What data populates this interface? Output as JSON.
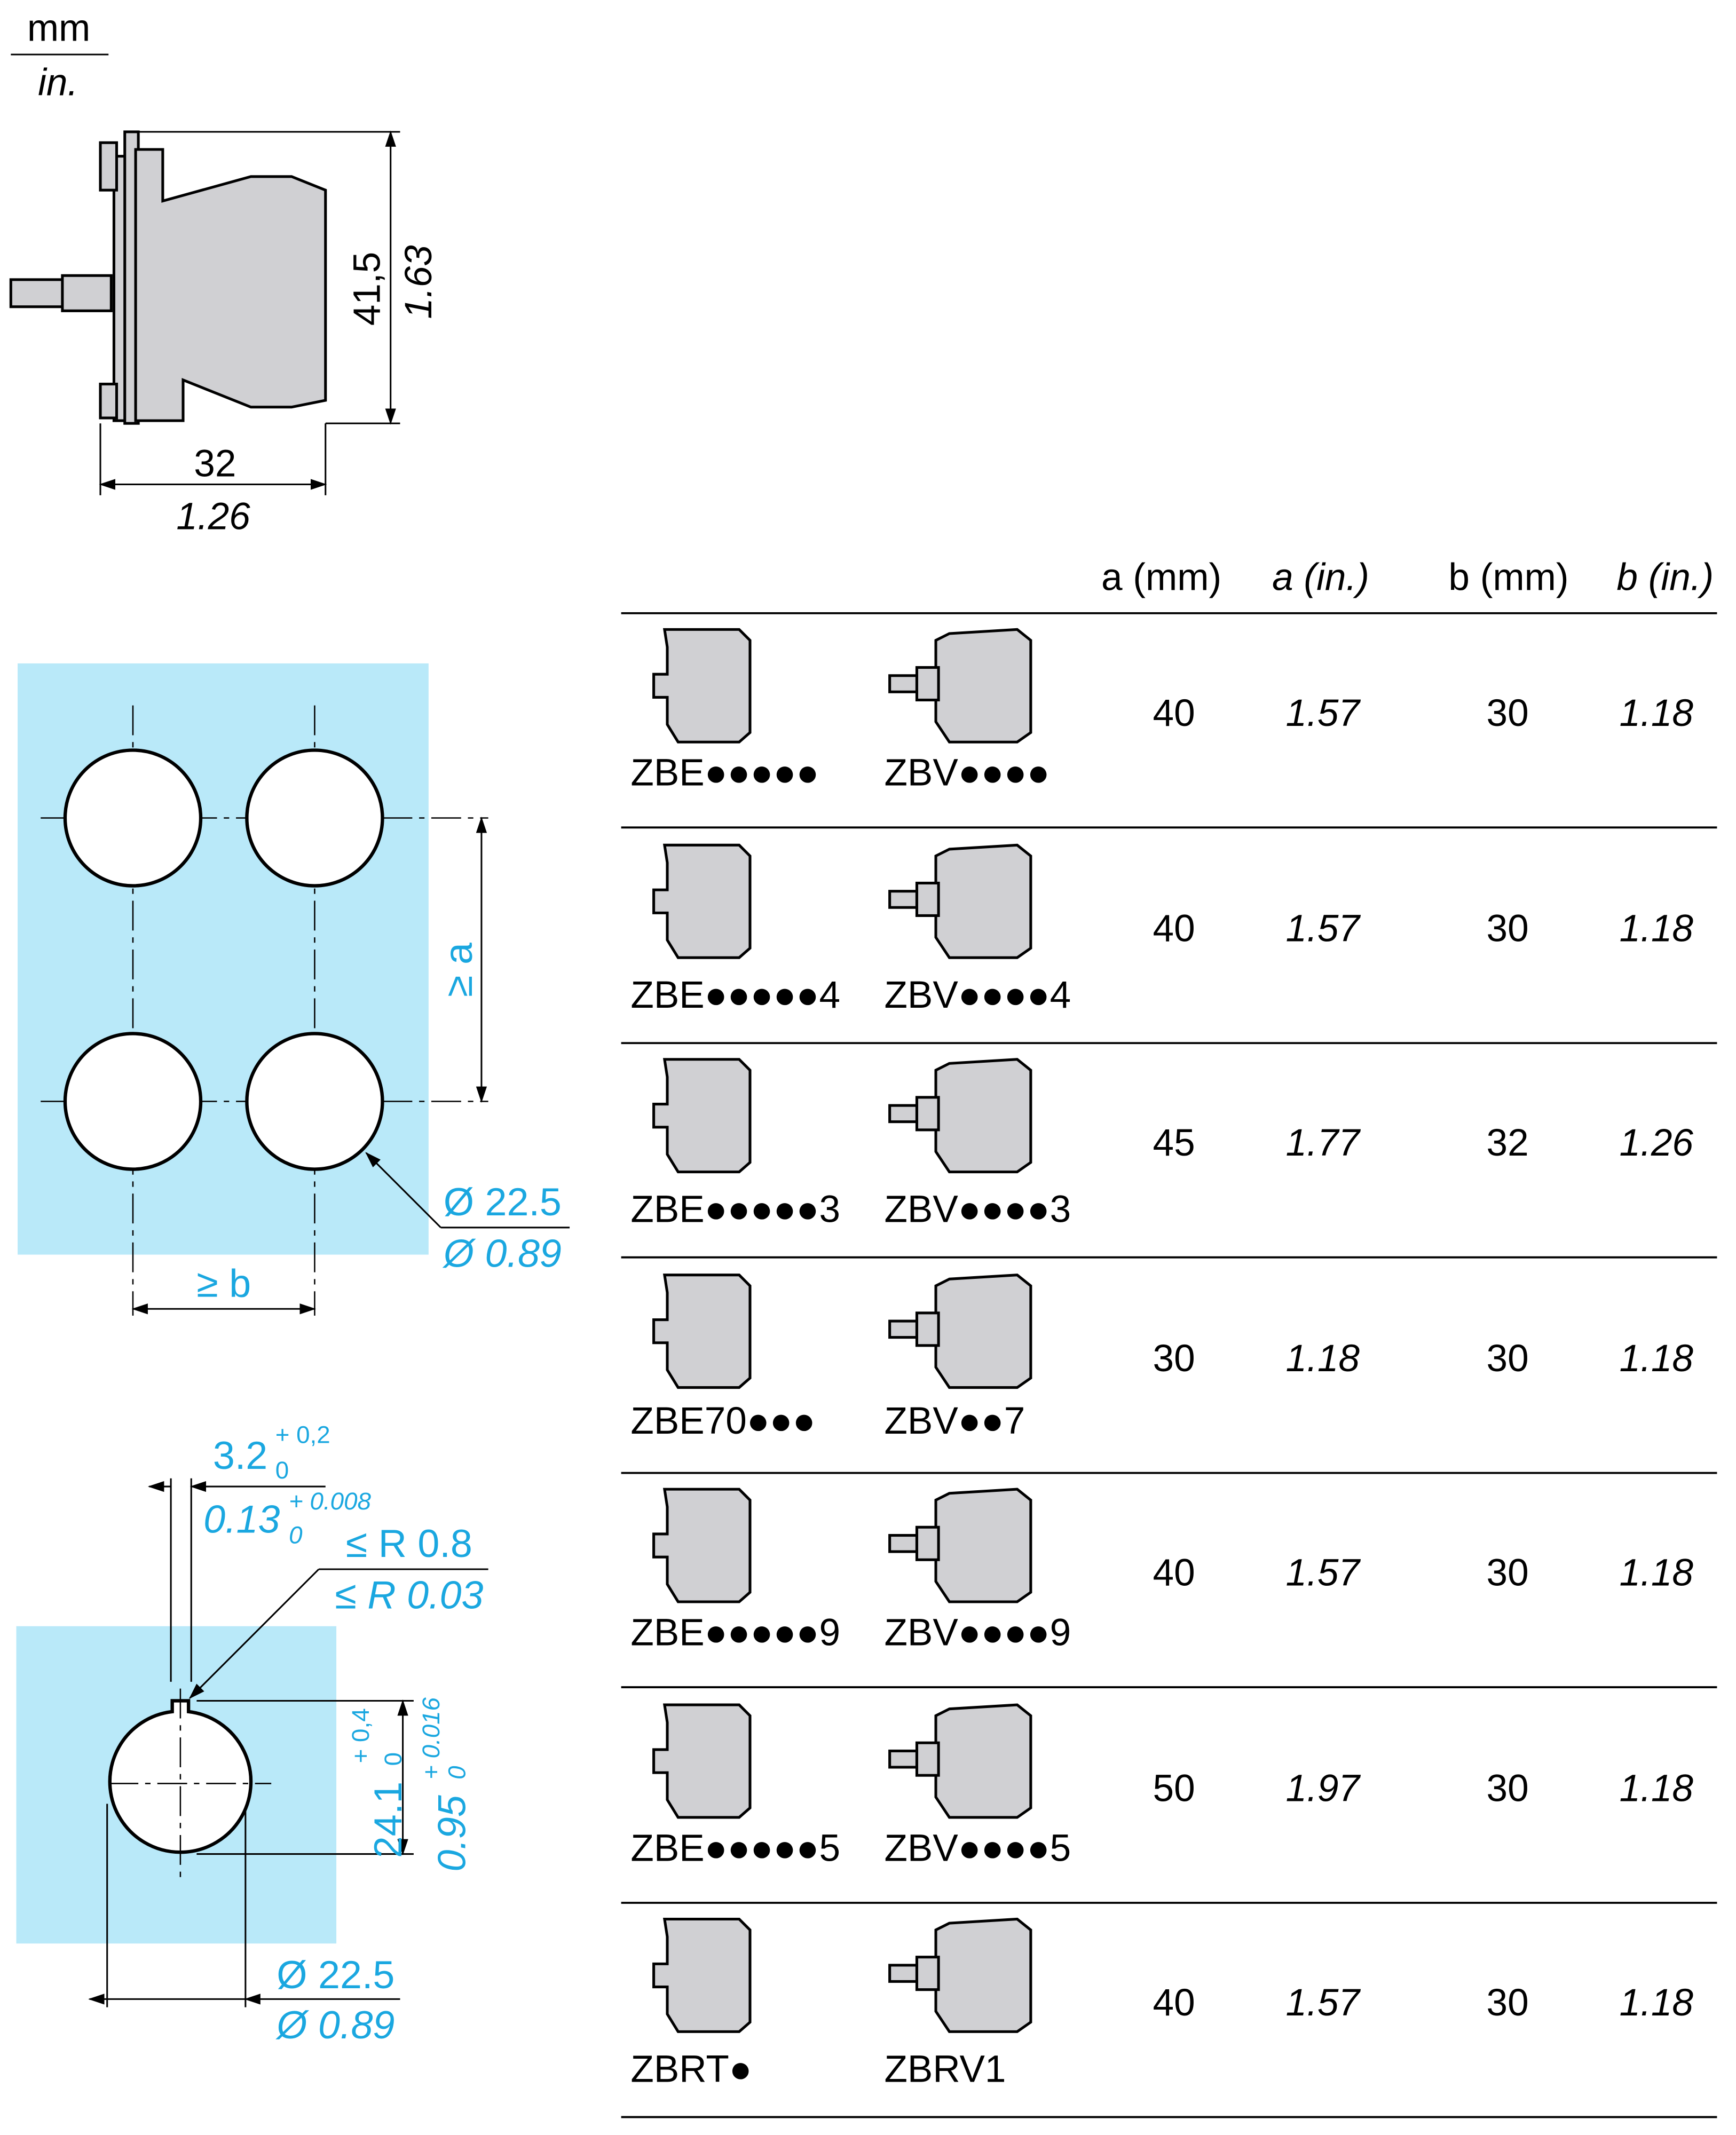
{
  "units": {
    "mm": "mm",
    "in": "in."
  },
  "side_view": {
    "height_mm": "41,5",
    "height_in": "1.63",
    "depth_mm": "32",
    "depth_in": "1.26"
  },
  "panel_layout": {
    "a_label": "≥ a",
    "b_label": "≥ b",
    "dia_mm": "Ø 22.5",
    "dia_in": "Ø 0.89"
  },
  "cutout": {
    "key_w_mm": "3.2",
    "key_w_mm_tol_up": "+ 0,2",
    "key_w_mm_tol_low": "0",
    "key_w_in": "0.13",
    "key_w_in_tol_up": "+ 0.008",
    "key_w_in_tol_low": "0",
    "radius_mm": "≤ R 0.8",
    "radius_in": "≤ R 0.03",
    "h_mm": "24.1",
    "h_mm_tol_up": "+ 0,4",
    "h_mm_tol_low": "0",
    "h_in": "0.95",
    "h_in_tol_up": "+ 0.016",
    "h_in_tol_low": "0",
    "dia_mm": "Ø 22.5",
    "dia_in": "Ø 0.89"
  },
  "table": {
    "headers": [
      "a (mm)",
      "a (in.)",
      "b (mm)",
      "b (in.)"
    ],
    "rows": [
      {
        "ref1": "ZBE●●●●●",
        "ref2": "ZBV●●●●",
        "a_mm": "40",
        "a_in": "1.57",
        "b_mm": "30",
        "b_in": "1.18"
      },
      {
        "ref1": "ZBE●●●●●4",
        "ref2": "ZBV●●●●4",
        "a_mm": "40",
        "a_in": "1.57",
        "b_mm": "30",
        "b_in": "1.18"
      },
      {
        "ref1": "ZBE●●●●●3",
        "ref2": "ZBV●●●●3",
        "a_mm": "45",
        "a_in": "1.77",
        "b_mm": "32",
        "b_in": "1.26"
      },
      {
        "ref1": "ZBE70●●●",
        "ref2": "ZBV●●7",
        "a_mm": "30",
        "a_in": "1.18",
        "b_mm": "30",
        "b_in": "1.18"
      },
      {
        "ref1": "ZBE●●●●●9",
        "ref2": "ZBV●●●●9",
        "a_mm": "40",
        "a_in": "1.57",
        "b_mm": "30",
        "b_in": "1.18"
      },
      {
        "ref1": "ZBE●●●●●5",
        "ref2": "ZBV●●●●5",
        "a_mm": "50",
        "a_in": "1.97",
        "b_mm": "30",
        "b_in": "1.18"
      },
      {
        "ref1": "ZBRT●",
        "ref2": "ZBRV1",
        "a_mm": "40",
        "a_in": "1.57",
        "b_mm": "30",
        "b_in": "1.18"
      }
    ]
  },
  "colors": {
    "accent": "#1aa7e0",
    "panel": "#b9e9f9",
    "part": "#d0d0d3"
  }
}
